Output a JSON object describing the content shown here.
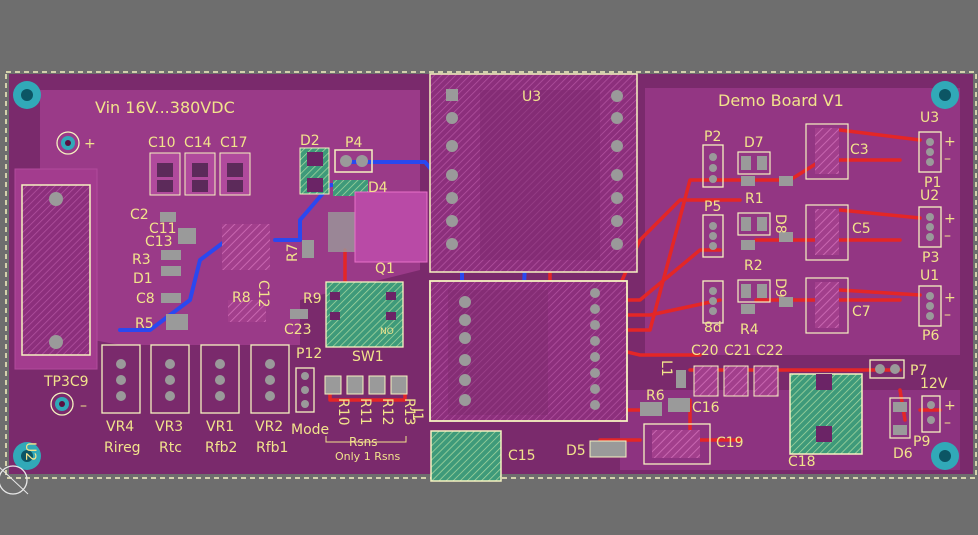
{
  "board": {
    "title": "Demo Board V1",
    "input_label": "Vin 16V...380VDC",
    "plus_sign": "+",
    "minus_sign": "–"
  },
  "colors": {
    "background": "#6e6e6e",
    "board": "#7a2a6c",
    "copper_fill": "#a23f8c",
    "silk": "#f2e38c",
    "pad": "#9a9a9a",
    "hole": "#31a9b8",
    "trace_top": "#e02020",
    "trace_bottom": "#2040e0",
    "keepout": "#f6f2c0"
  },
  "designators": {
    "u3_big": "U3",
    "u3_right": "U3",
    "u2_right": "U2",
    "u1_right": "U1",
    "u2_left": "U2",
    "d2": "D2",
    "p4": "P4",
    "d4": "D4",
    "q1": "Q1",
    "r7": "R7",
    "r9": "R9",
    "sw1": "SW1",
    "c10": "C10",
    "c14": "C14",
    "c17": "C17",
    "c2": "C2",
    "c11": "C11",
    "c13": "C13",
    "r3": "R3",
    "d1": "D1",
    "c8": "C8",
    "r5": "R5",
    "r8": "R8",
    "c12": "C12",
    "c23": "C23",
    "tp3c9": "TP3C9",
    "p12": "P12",
    "mode": "Mode",
    "vr4": "VR4",
    "vr3": "VR3",
    "vr1": "VR1",
    "vr2": "VR2",
    "rireg": "Rireg",
    "rtc": "Rtc",
    "rfb2": "Rfb2",
    "rfb1": "Rfb1",
    "r10": "R10",
    "r11": "R11",
    "r12": "R12",
    "r13": "R13",
    "rsns": "Rsns",
    "only1rsns": "Only 1 Rsns",
    "j1": "J1",
    "c15": "C15",
    "d5": "D5",
    "c19": "C19",
    "c18": "C18",
    "d6": "D6",
    "r6": "R6",
    "c16": "C16",
    "l1": "L1",
    "c20": "C20",
    "c21": "C21",
    "c22": "C22",
    "p7": "P7",
    "v12": "12V",
    "p9": "P9",
    "p2": "P2",
    "d7": "D7",
    "r1": "R1",
    "c3": "C3",
    "p1": "P1",
    "p5": "P5",
    "d8": "D8",
    "r2": "R2",
    "c5": "C5",
    "p3": "P3",
    "p8": "8d",
    "d9": "D9",
    "r4": "R4",
    "c7": "C7",
    "p6": "P6",
    "no": "NO",
    "plus": "+",
    "minus": "–"
  }
}
